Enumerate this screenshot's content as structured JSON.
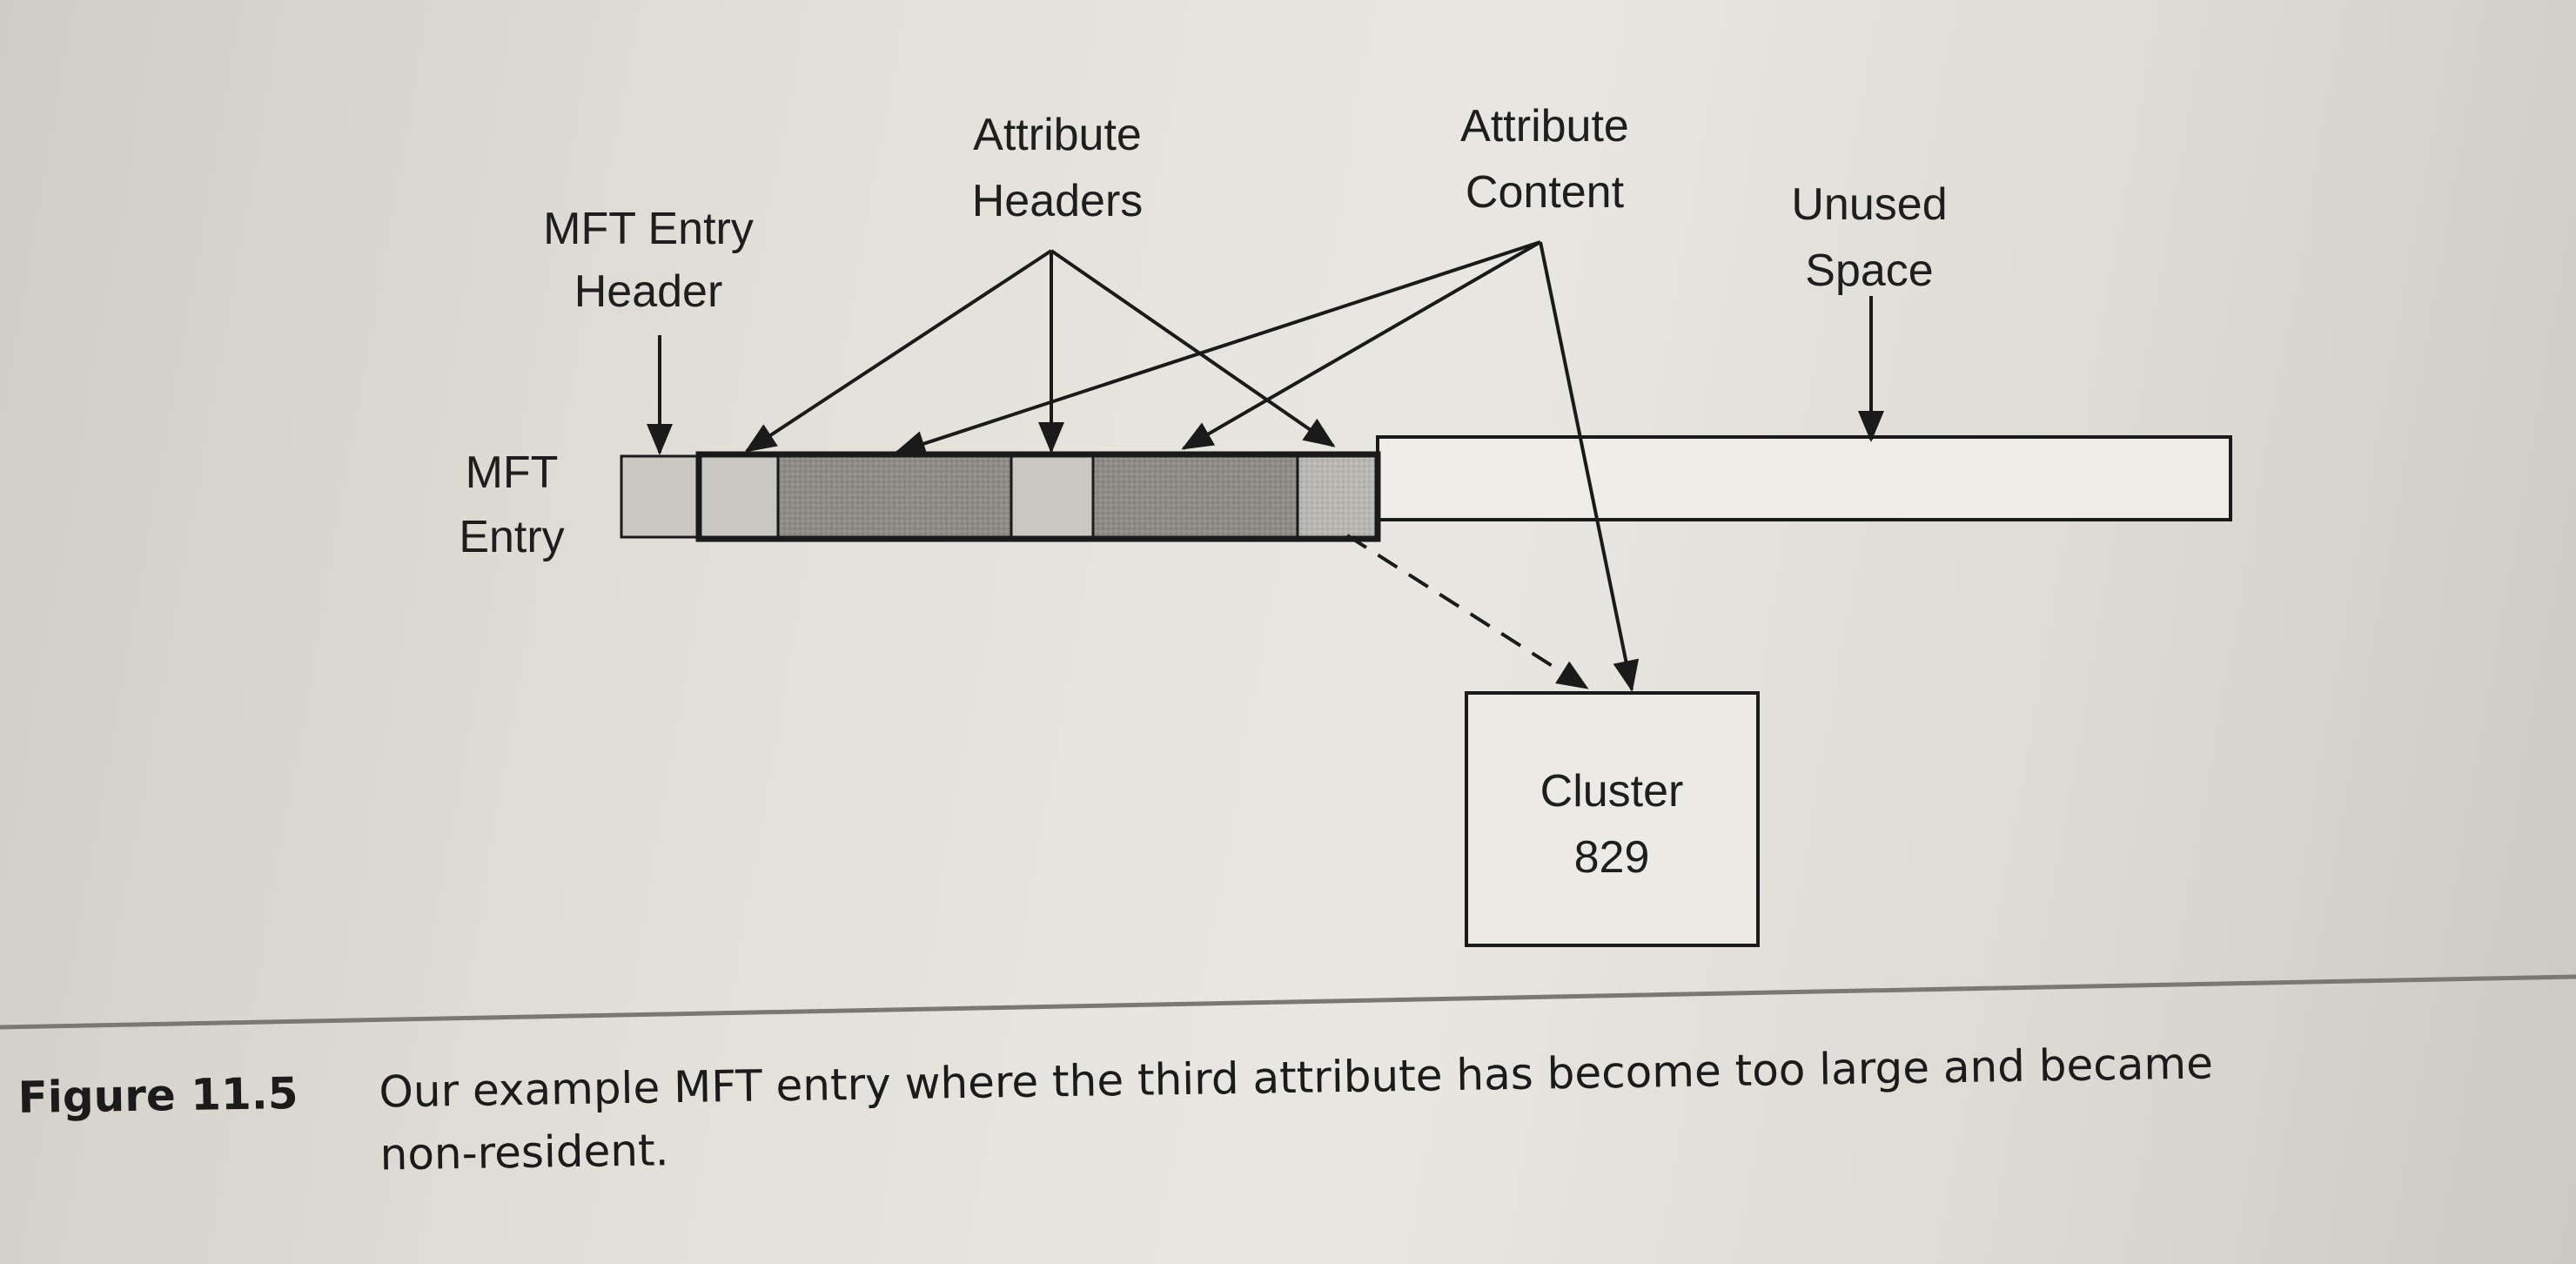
{
  "labels": {
    "attribute_headers": [
      "Attribute",
      "Headers"
    ],
    "attribute_content": [
      "Attribute",
      "Content"
    ],
    "mft_entry_header": [
      "MFT Entry",
      "Header"
    ],
    "unused_space": [
      "Unused",
      "Space"
    ],
    "mft_entry": [
      "MFT",
      "Entry"
    ],
    "cluster": [
      "Cluster",
      "829"
    ]
  },
  "caption": {
    "label": "Figure 11.5",
    "text": "Our example MFT entry where the third attribute has become too large and became",
    "text_continued": "non-resident."
  }
}
